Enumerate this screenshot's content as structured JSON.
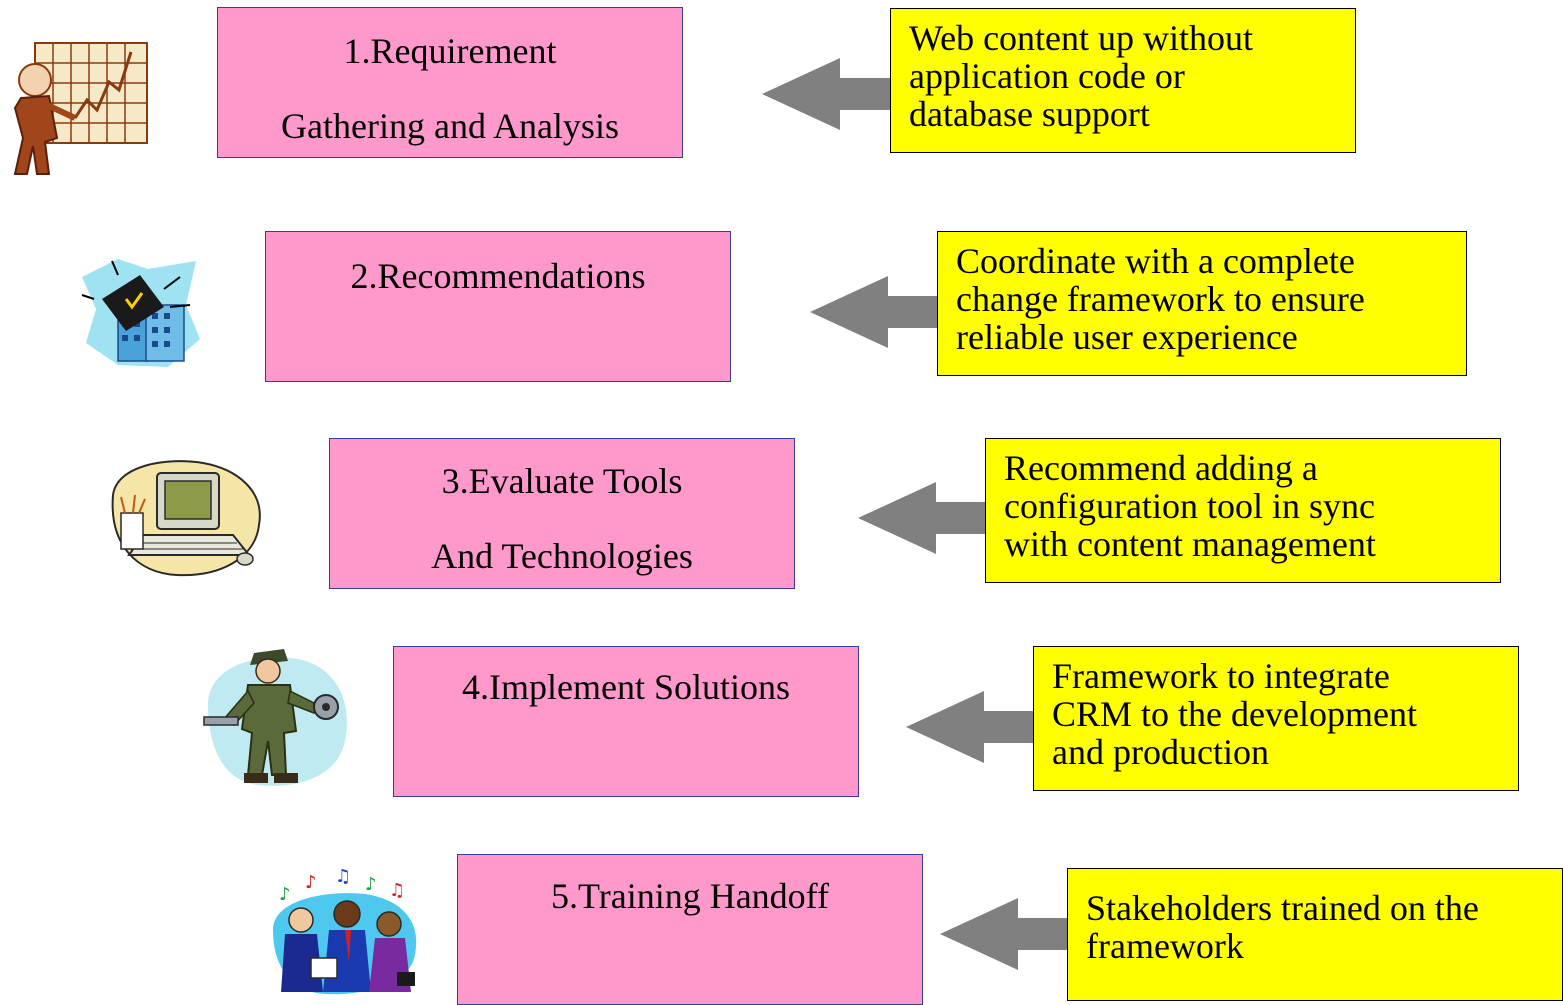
{
  "steps": [
    {
      "lines": [
        "1.Requirement",
        "Gathering and Analysis"
      ],
      "icon": "presenter-chart-icon"
    },
    {
      "lines": [
        "2.Recommendations"
      ],
      "icon": "office-building-icon"
    },
    {
      "lines": [
        "3.Evaluate Tools",
        "And Technologies"
      ],
      "icon": "computer-workstation-icon"
    },
    {
      "lines": [
        "4.Implement Solutions"
      ],
      "icon": "mechanic-with-wrench-icon"
    },
    {
      "lines": [
        "5.Training Handoff"
      ],
      "icon": "singing-people-icon"
    }
  ],
  "notes": [
    {
      "lines": [
        "Web content up without",
        "application code or",
        "database support"
      ]
    },
    {
      "lines": [
        "Coordinate with a complete",
        "change framework to ensure",
        "reliable user experience"
      ]
    },
    {
      "lines": [
        "Recommend adding a",
        "configuration tool in sync",
        "with content management"
      ]
    },
    {
      "lines": [
        "Framework to integrate",
        "CRM to the development",
        "and production"
      ]
    },
    {
      "lines": [
        "Stakeholders trained on the",
        "framework"
      ]
    }
  ],
  "colors": {
    "step_fill": "#ff99cc",
    "note_fill": "#ffff00",
    "arrow": "#808080"
  }
}
